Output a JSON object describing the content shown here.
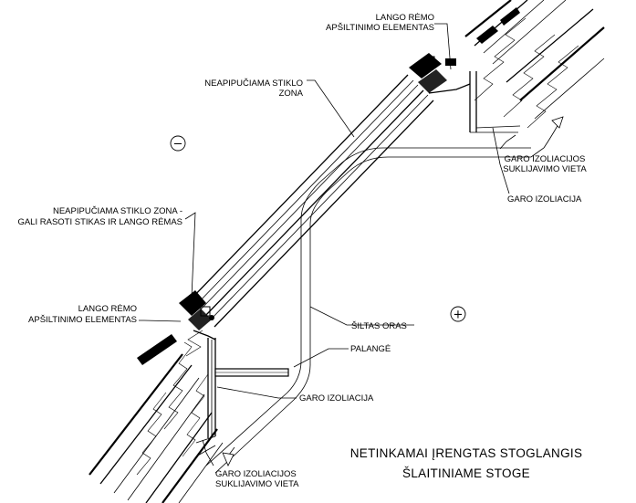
{
  "labels": {
    "frame_insulation_top": [
      "LANGO RĖMO",
      "APŠILTINIMO ELEMENTAS"
    ],
    "non_fogging_zone": [
      "NEAPIPUČIAMA STIKLO",
      "ZONA"
    ],
    "condensation_zone": [
      "NEAPIPUČIAMA STIKLO ZONA -",
      "GALI RASOTI STIKAS IR LANGO RĖMAS"
    ],
    "frame_insulation_bottom": [
      "LANGO RĖMO",
      "APŠILTINIMO ELEMENTAS"
    ],
    "warm_air": "ŠILTAS ORAS",
    "sill": "PALANGĖ",
    "vapour_barrier_bottom": "GARO IZOLIACIJA",
    "vapour_barrier_joint_bottom": [
      "GARO IZOLIACIJOS",
      "SUKLIJAVIMO VIETA"
    ],
    "vapour_barrier_joint_top": [
      "GARO IZOLIACIJOS",
      "SUKLIJAVIMO VIETA"
    ],
    "vapour_barrier_top": "GARO IZOLIACIJA"
  },
  "signs": {
    "minus": "−",
    "plus": "+"
  },
  "title": [
    "NETINKAMAI ĮRENGTAS STOGLANGIS",
    "ŠLAITINIAME STOGE"
  ]
}
